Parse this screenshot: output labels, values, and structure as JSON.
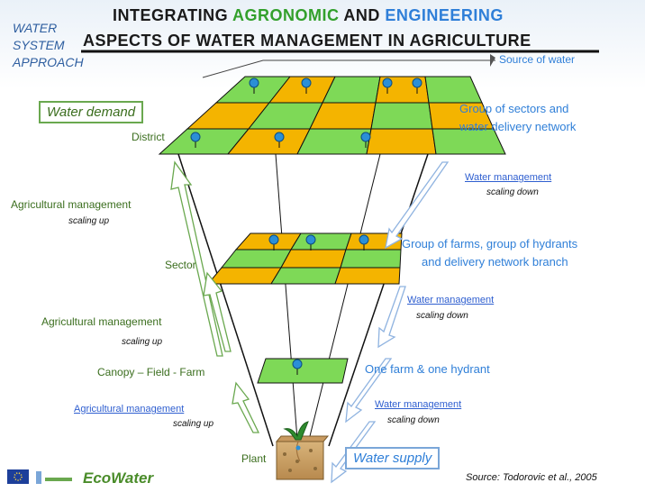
{
  "title": {
    "line1_part1": "INTEGRATING ",
    "line1_part2": "AGRONOMIC",
    "line1_part3": " AND ",
    "line1_part4": "ENGINEERING",
    "line2": "ASPECTS OF WATER MANAGEMENT IN AGRICULTURE"
  },
  "side_label": {
    "line1": "WATER",
    "line2": "SYSTEM",
    "line3": "APPROACH"
  },
  "source_of_water": "Source of water",
  "water_demand": "Water demand",
  "water_supply": "Water supply",
  "levels": {
    "district": "District",
    "sector": "Sector",
    "canopy": "Canopy – Field - Farm",
    "plant": "Plant"
  },
  "right_labels": {
    "district_line1": "Group of sectors and",
    "district_line2": "water delivery network",
    "sector_line1": "Group of farms, group of hydrants",
    "sector_line2": "and delivery network branch",
    "farm": "One farm & one hydrant"
  },
  "water_management": {
    "label": "Water management",
    "sub": "scaling down"
  },
  "agricultural_management": {
    "label": "Agricultural management",
    "sub": "scaling up"
  },
  "source_citation": "Source: Todorovic et al., 2005",
  "logo": {
    "name": "EcoWater"
  },
  "colors": {
    "green_field": "#7ed957",
    "yellow_field": "#f4b400",
    "hydrant_blue": "#2b8fd6",
    "title_green": "#33a02c",
    "title_blue": "#2f7fd8"
  }
}
